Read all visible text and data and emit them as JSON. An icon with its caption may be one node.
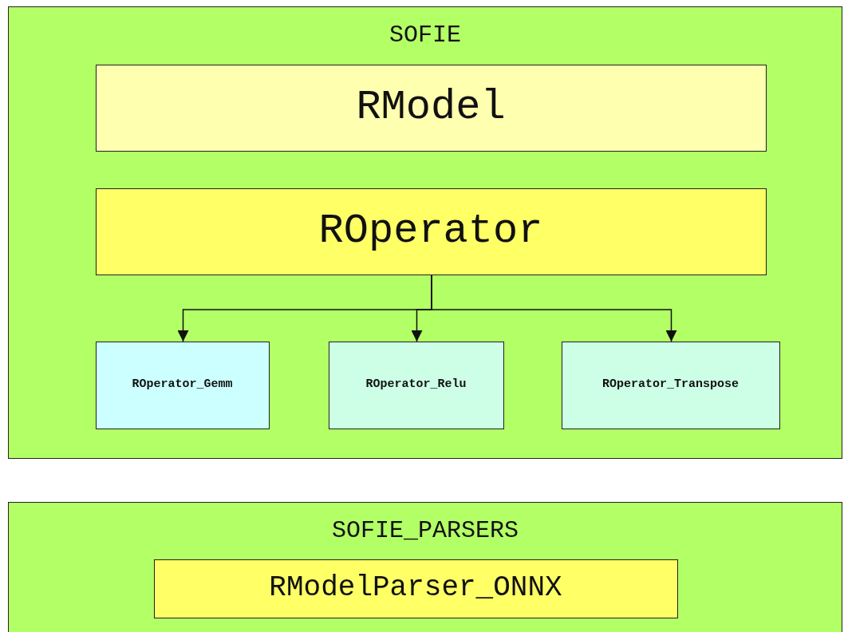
{
  "diagram": {
    "nodes": [
      {
        "text": [
          "SOFIE"
        ]
      },
      {
        "text": [
          "RModel"
        ],
        "in": 0
      },
      {
        "text": [
          "ROperator"
        ],
        "in": 0
      },
      {
        "text": [
          "ROperator_Gemm"
        ],
        "in": 0
      },
      {
        "text": [
          "ROperator_Relu"
        ],
        "in": 0
      },
      {
        "text": [
          "ROperator_Transpose"
        ],
        "in": 0
      },
      {
        "text": [
          "SOFIE_PARSERS"
        ]
      },
      {
        "text": [
          "RModelParser_ONNX"
        ],
        "in": 6
      }
    ],
    "edges": [
      {
        "from": 2,
        "to": 3,
        "arrow": "to"
      },
      {
        "from": 2,
        "to": 4,
        "arrow": "to"
      },
      {
        "from": 2,
        "to": 5,
        "arrow": "to"
      }
    ]
  }
}
